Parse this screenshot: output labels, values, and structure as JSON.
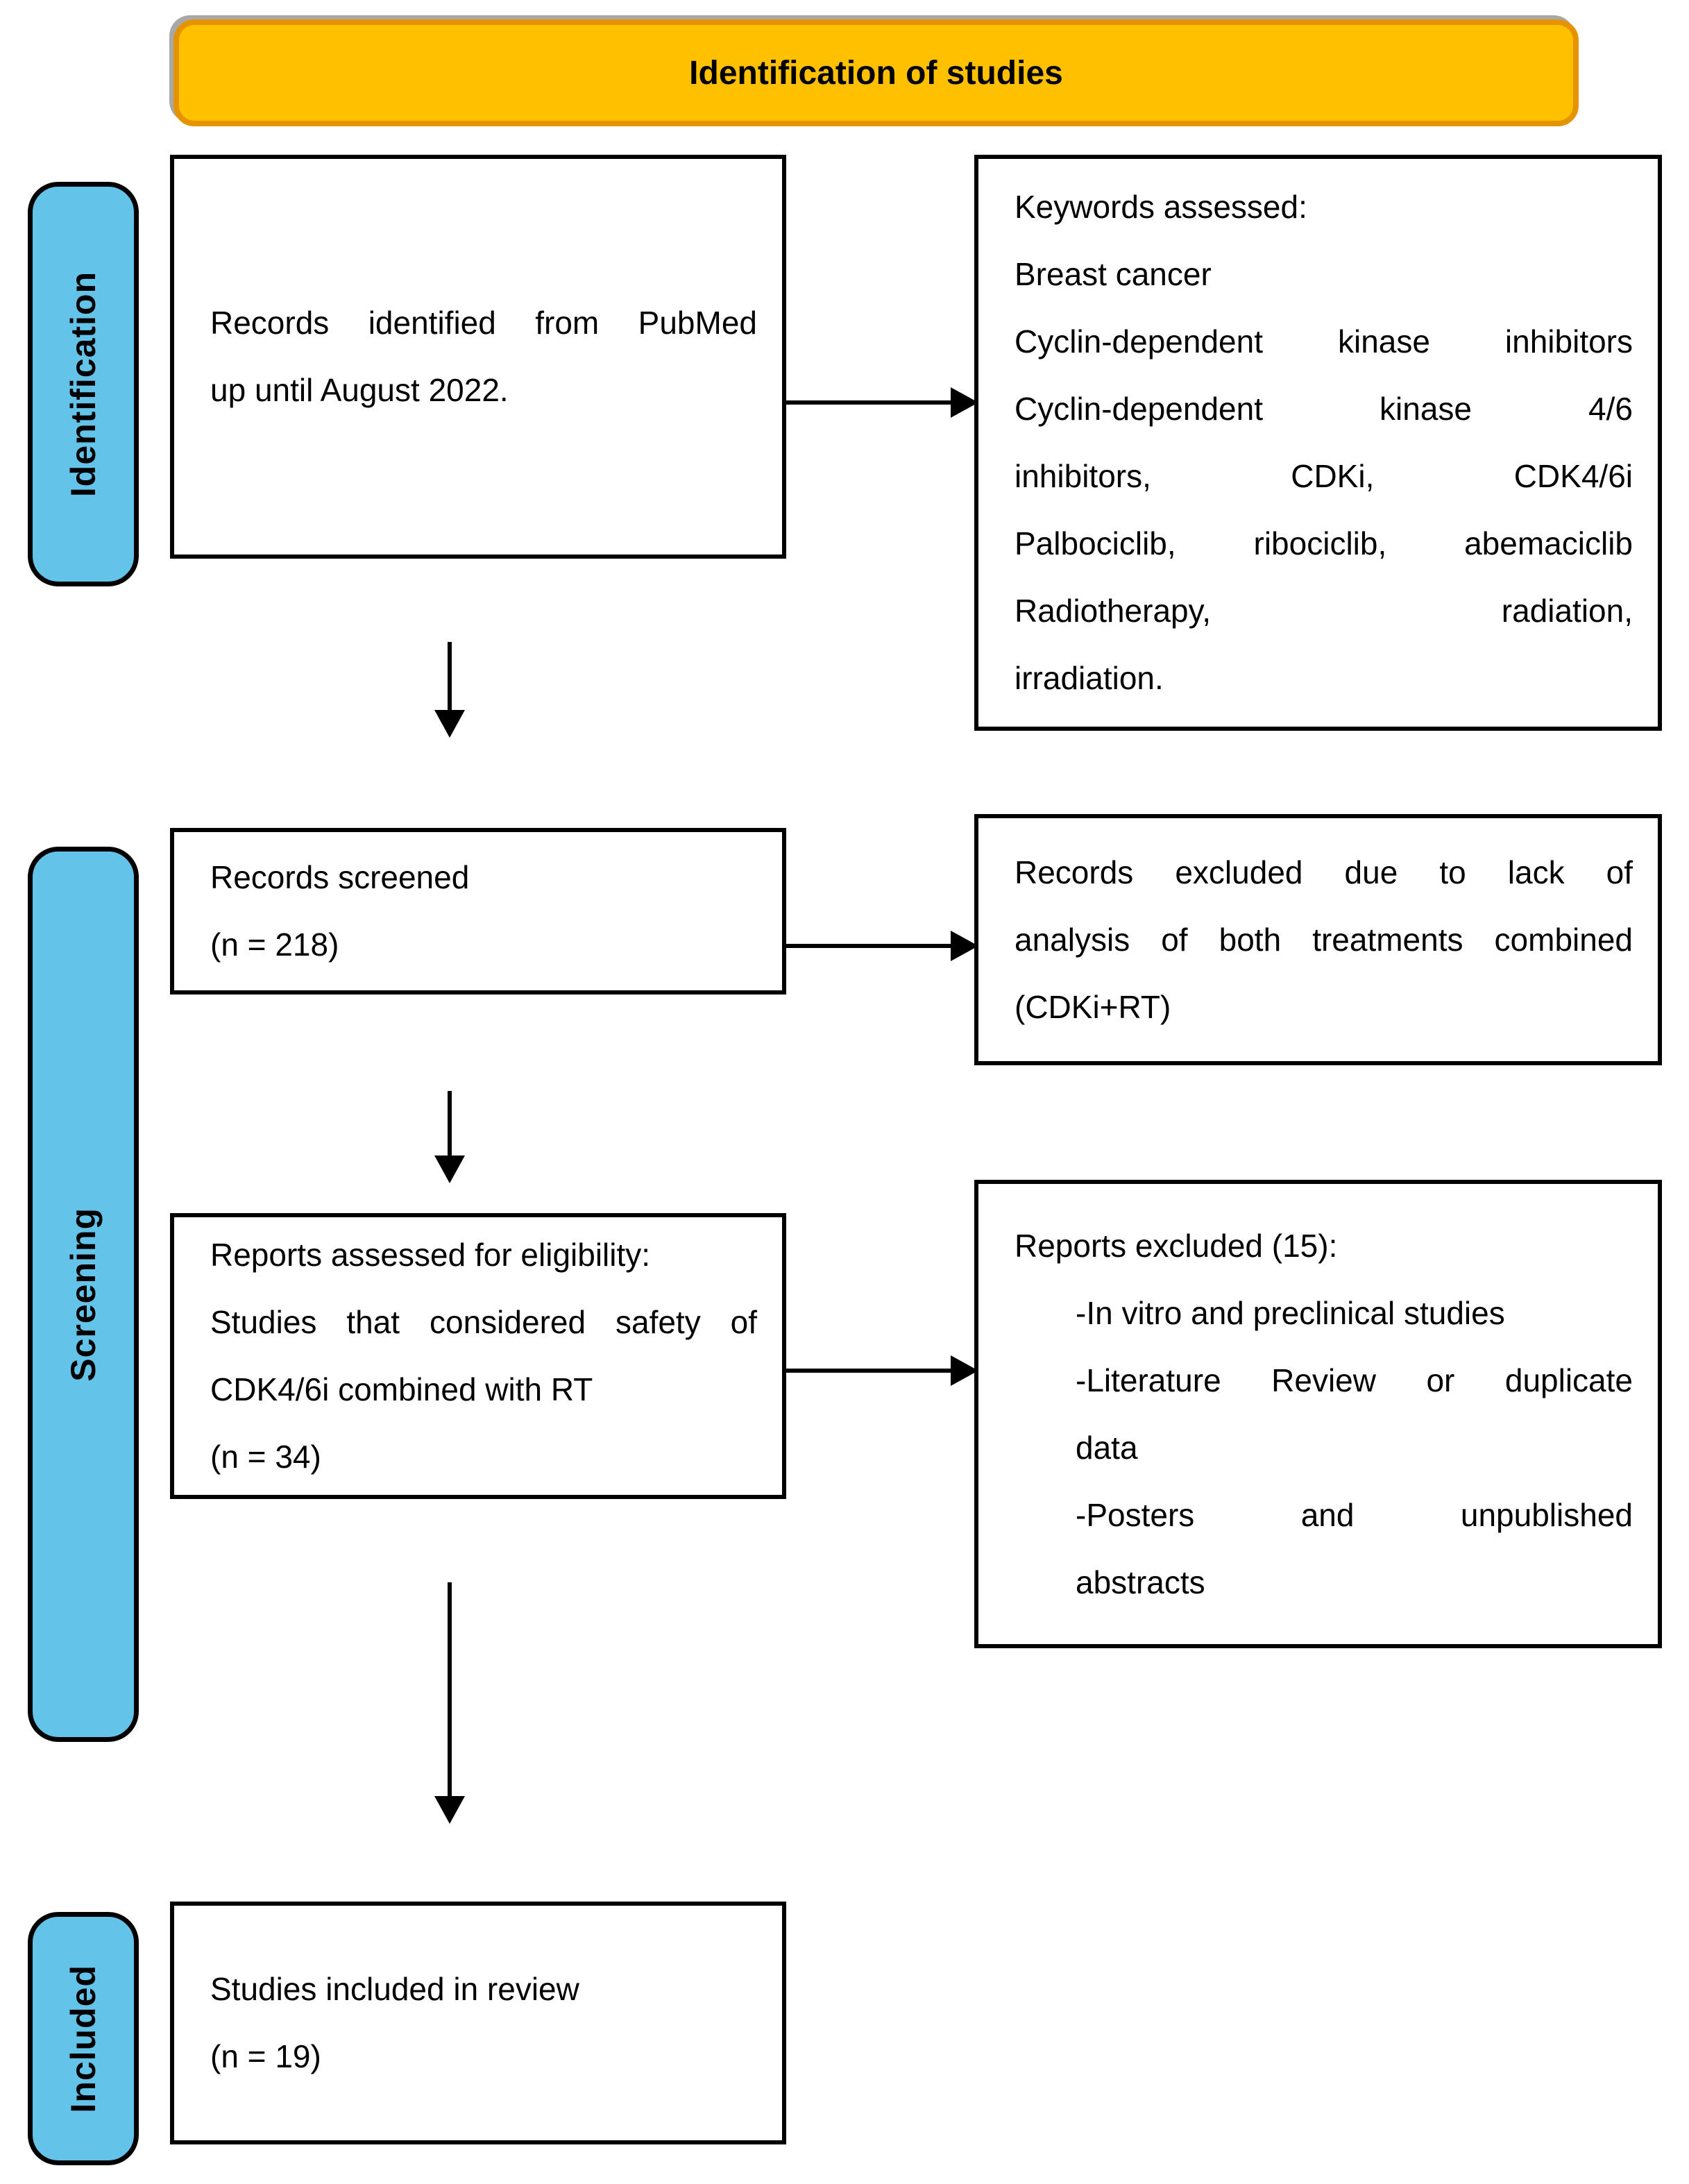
{
  "banner": {
    "title": "Identification of studies"
  },
  "colors": {
    "banner_fill": "#FFC000",
    "banner_border": "#E59400",
    "sidebar_fill": "#63C3E9",
    "border": "#000000",
    "background": "#FFFFFF"
  },
  "sidebars": {
    "identification": {
      "label": "Identification"
    },
    "screening": {
      "label": "Screening"
    },
    "included": {
      "label": "Included"
    }
  },
  "boxes": {
    "records_identified": {
      "lines": [
        "Records identified from PubMed",
        "up until August 2022."
      ]
    },
    "keywords": {
      "lines": [
        "Keywords assessed:",
        "Breast cancer",
        "Cyclin-dependent kinase inhibitors",
        "Cyclin-dependent kinase 4/6",
        "inhibitors, CDKi, CDK4/6i",
        "Palbociclib, ribociclib, abemaciclib",
        "Radiotherapy, radiation,",
        "irradiation."
      ]
    },
    "records_screened": {
      "lines": [
        "Records screened",
        "(n = 218)"
      ]
    },
    "records_excluded": {
      "lines": [
        "Records excluded due to lack of",
        "analysis of both treatments combined",
        "(CDKi+RT)"
      ]
    },
    "reports_assessed": {
      "lines": [
        "Reports assessed for eligibility:",
        "Studies that considered safety of",
        "CDK4/6i combined with RT",
        "(n = 34)"
      ]
    },
    "reports_excluded": {
      "lines": [
        "Reports excluded (15):",
        "-In vitro and preclinical studies",
        "-Literature Review or duplicate",
        "data",
        "-Posters and unpublished",
        "abstracts"
      ]
    },
    "studies_included": {
      "lines": [
        "Studies included in review",
        "(n = 19)"
      ]
    }
  }
}
